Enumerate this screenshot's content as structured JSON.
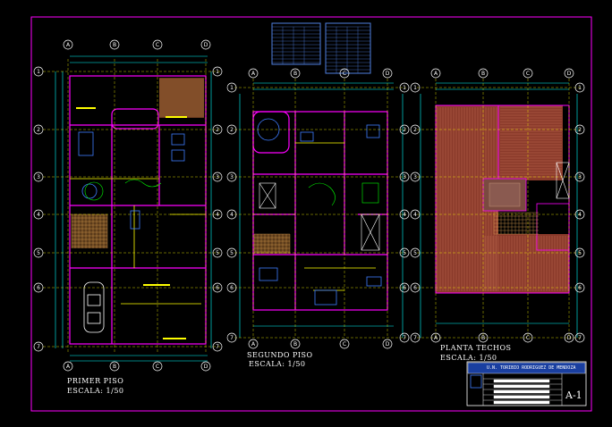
{
  "colors": {
    "background": "#000000",
    "border": "#ff00ff",
    "wall": "#ff00ff",
    "dimension": "#00ffff",
    "axis": "#ffff00",
    "roof": "#a0523a",
    "text": "#ffffff",
    "furniture": "#3f7cff",
    "tables": "#4f7fe0",
    "green": "#00ff00"
  },
  "plans": [
    {
      "id": "primer-piso",
      "title": "PRIMER PISO",
      "scale": "ESCALA: 1/50"
    },
    {
      "id": "segundo-piso",
      "title": "SEGUNDO PISO",
      "scale": "ESCALA: 1/50"
    },
    {
      "id": "planta-techos",
      "title": "PLANTA TECHOS",
      "scale": "ESCALA: 1/50"
    }
  ],
  "title_block": {
    "institution": "U.N. TORIBIO RODRIGUEZ DE MENDOZA",
    "sheet": "A-1"
  },
  "axis_letters": [
    "A",
    "B",
    "C",
    "D"
  ],
  "axis_numbers": [
    "1",
    "2",
    "3",
    "4",
    "5",
    "6",
    "7"
  ]
}
